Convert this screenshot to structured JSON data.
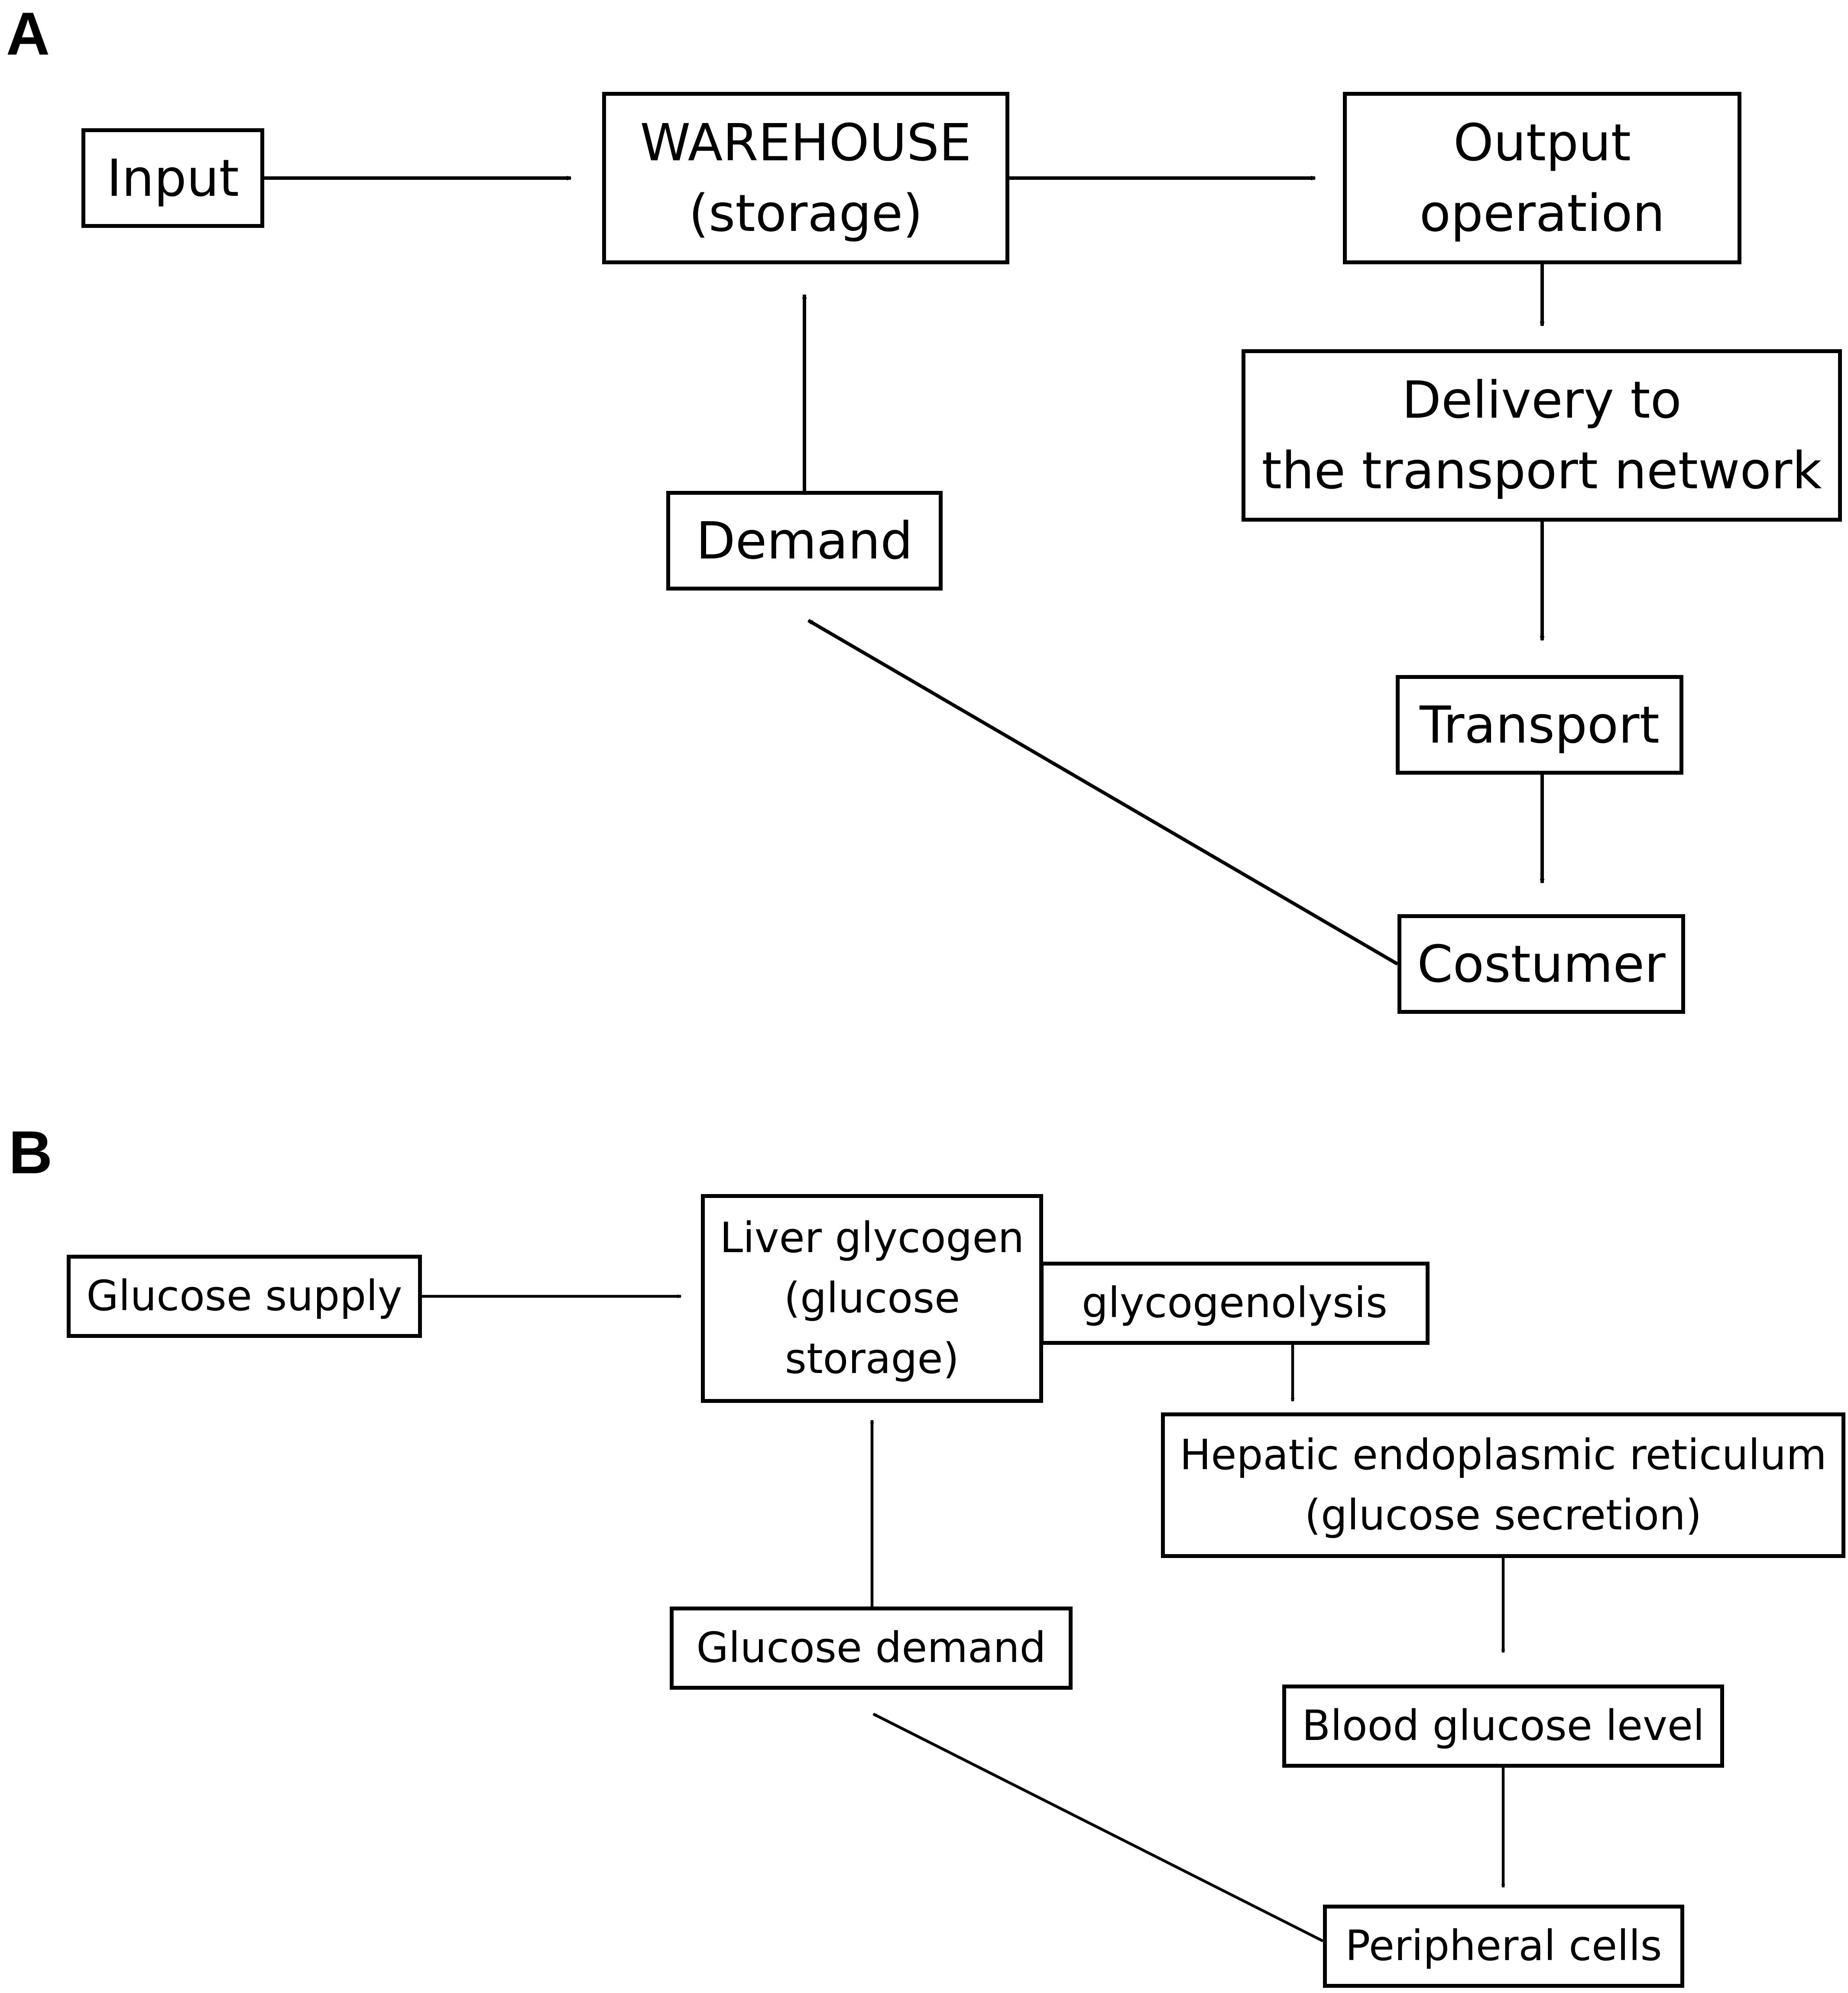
{
  "panel_a": {
    "label": "A",
    "input": "Input",
    "warehouse": "WAREHOUSE\n(storage)",
    "output_operation": "Output\noperation",
    "delivery": "Delivery to\nthe transport network",
    "transport": "Transport",
    "costumer": "Costumer",
    "demand": "Demand"
  },
  "panel_b": {
    "label": "B",
    "glucose_supply": "Glucose supply",
    "liver_glycogen": "Liver glycogen\n(glucose\nstorage)",
    "glycogenolysis": "glycogenolysis",
    "hepatic_er": "Hepatic endoplasmic reticulum\n(glucose secretion)",
    "blood_glucose": "Blood glucose level",
    "peripheral_cells": "Peripheral cells",
    "glucose_demand": "Glucose demand"
  },
  "colors": {
    "stroke": "#000000",
    "background": "#ffffff"
  }
}
